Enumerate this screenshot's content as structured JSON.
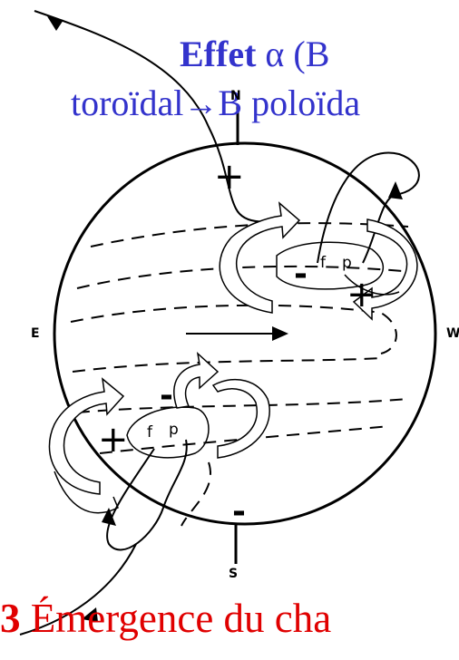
{
  "title": {
    "bold_part": "Effet",
    "alpha": "α",
    "rest_line1": "(B",
    "line2_a": "toroïdal",
    "arrow": "→",
    "line2_b": "B poloïda"
  },
  "compass": {
    "north": "N",
    "south": "S",
    "east": "E",
    "west": "W"
  },
  "polarity": {
    "plus": "+",
    "minus": "-"
  },
  "spots": {
    "following": "f",
    "preceding": "p"
  },
  "caption": {
    "number": "3",
    "text": "Émergence du cha"
  },
  "colors": {
    "title": "#3333cc",
    "caption": "#e00000",
    "ink": "#000000"
  }
}
